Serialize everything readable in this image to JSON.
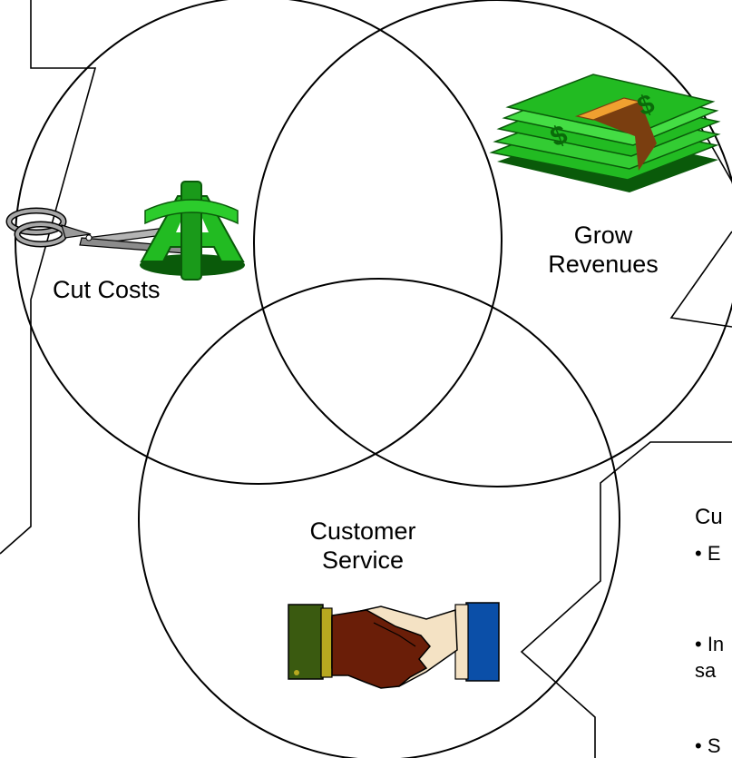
{
  "labels": {
    "cut_costs": "Cut Costs",
    "grow_revenues_line1": "Grow",
    "grow_revenues_line2": "Revenues",
    "customer_service_line1": "Customer",
    "customer_service_line2": "Service"
  },
  "callout": {
    "title": "Cu",
    "bullets": [
      "• E",
      "• In\nsa",
      "• S"
    ]
  },
  "colors": {
    "money_green": "#22bb22",
    "money_dark": "#0a5a0a",
    "band_orange": "#f0a030",
    "band_brown": "#7a3e10",
    "sleeve_green": "#3a5a10",
    "sleeve_blue": "#0b4fa8",
    "hand_dark": "#6a1e08",
    "hand_light": "#f4e2c4",
    "scissor_gray": "#a8a8a8"
  },
  "icons": [
    "scissors-icon",
    "cents-sign-icon",
    "money-stack-icon",
    "handshake-icon"
  ]
}
